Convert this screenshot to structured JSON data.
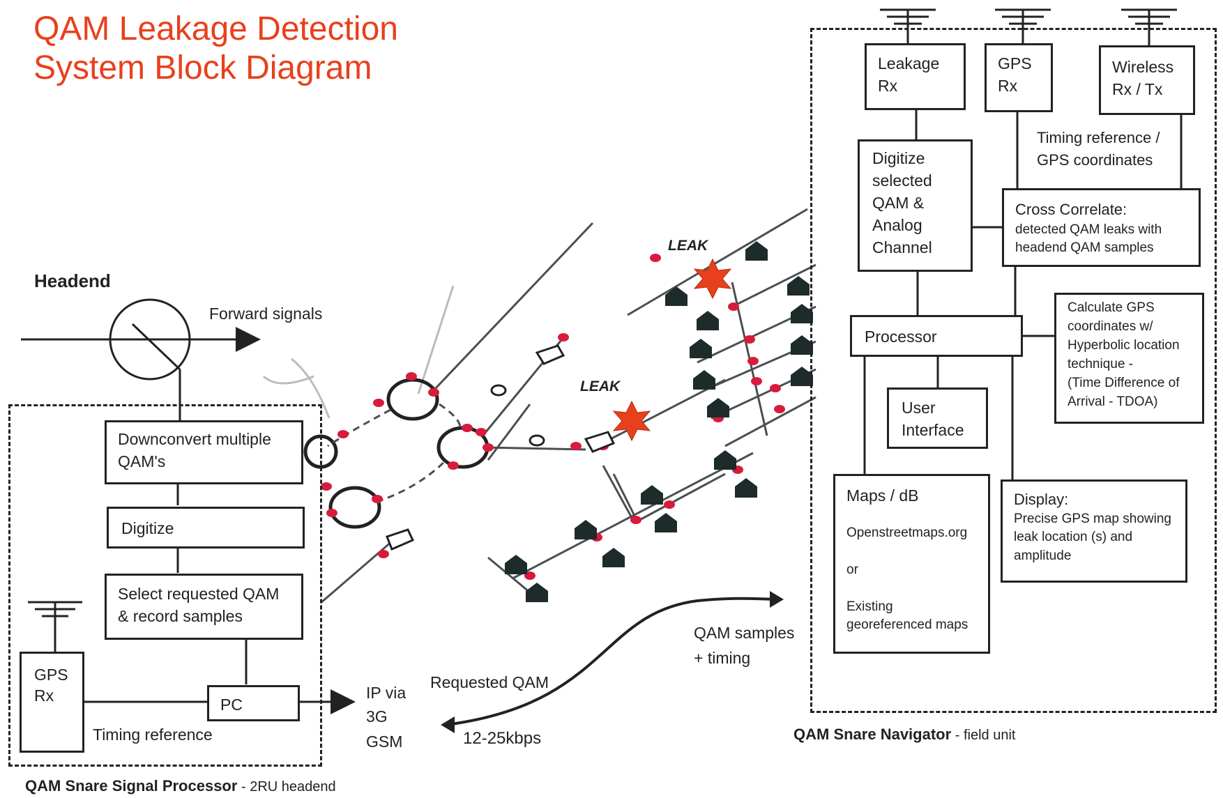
{
  "title": {
    "line1": "QAM Leakage Detection",
    "line2": "System Block Diagram"
  },
  "headend": {
    "label": "Headend",
    "forward_signals": "Forward signals"
  },
  "signal_processor": {
    "downconvert": [
      "Downconvert multiple",
      "QAM's"
    ],
    "digitize": "Digitize",
    "select": [
      "Select requested QAM",
      "& record samples"
    ],
    "gps": [
      "GPS",
      "Rx"
    ],
    "pc": "PC",
    "timing_reference": "Timing reference",
    "caption_bold": "QAM Snare Signal Processor",
    "caption_rest": " - 2RU headend"
  },
  "link": {
    "ip": [
      "IP via",
      "3G",
      "GSM"
    ],
    "requested_qam": "Requested QAM",
    "rate": "12-25kbps",
    "samples": [
      "QAM samples",
      "+ timing"
    ]
  },
  "network": {
    "leak1": "LEAK",
    "leak2": "LEAK"
  },
  "navigator": {
    "leakage_rx": [
      "Leakage",
      "Rx"
    ],
    "gps_rx": [
      "GPS",
      "Rx"
    ],
    "wireless": [
      "Wireless",
      "Rx / Tx"
    ],
    "timing": [
      "Timing reference /",
      "GPS coordinates"
    ],
    "digitize": [
      "Digitize",
      "selected",
      "QAM &",
      "Analog",
      "Channel"
    ],
    "cross_correlate": [
      "Cross Correlate:",
      "detected  QAM leaks with",
      "headend  QAM samples"
    ],
    "processor": "Processor",
    "calculate": [
      "Calculate GPS",
      "coordinates w/",
      "Hyperbolic location",
      "technique -",
      "(Time Difference of",
      "Arrival - TDOA)"
    ],
    "user_interface": [
      "User",
      "Interface"
    ],
    "maps": [
      "Maps / dB",
      "Openstreetmaps.org",
      "or",
      "Existing",
      "georeferenced maps"
    ],
    "display": [
      "Display:",
      "Precise GPS map showing",
      "leak location (s) and",
      "amplitude"
    ],
    "caption_bold": "QAM Snare Navigator",
    "caption_rest": " - field unit"
  },
  "colors": {
    "title": "#e8401c",
    "leak_star": "#e8401c",
    "node": "#d81b3c",
    "house": "#1e2b2b"
  }
}
